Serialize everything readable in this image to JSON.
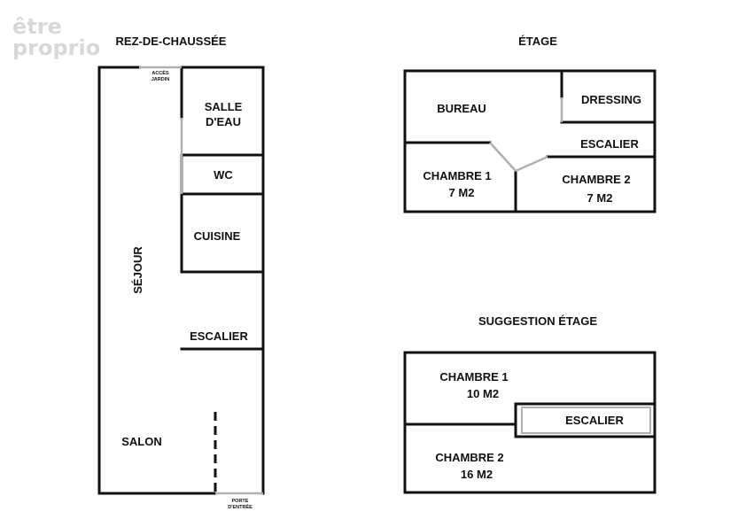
{
  "watermark": {
    "line1": "être",
    "line2": "proprio"
  },
  "ground_floor": {
    "title": "REZ-DE-CHAUSSÉE",
    "garden_access": {
      "line1": "ACCÈS",
      "line2": "JARDIN"
    },
    "entrance": {
      "line1": "PORTE",
      "line2": "D'ENTRÉE"
    },
    "rooms": {
      "salle_deau": {
        "line1": "SALLE",
        "line2": "D'EAU"
      },
      "wc": "WC",
      "cuisine": "CUISINE",
      "sejour": "SÉJOUR",
      "escalier": "ESCALIER",
      "salon": "SALON"
    }
  },
  "first_floor": {
    "title": "ÉTAGE",
    "rooms": {
      "bureau": "BUREAU",
      "dressing": "DRESSING",
      "escalier": "ESCALIER",
      "chambre1": {
        "name": "CHAMBRE 1",
        "area": "7 M2"
      },
      "chambre2": {
        "name": "CHAMBRE 2",
        "area": "7 M2"
      }
    }
  },
  "suggestion": {
    "title": "SUGGESTION ÉTAGE",
    "rooms": {
      "chambre1": {
        "name": "CHAMBRE 1",
        "area": "10 M2"
      },
      "escalier": "ESCALIER",
      "chambre2": {
        "name": "CHAMBRE 2",
        "area": "16 M2"
      }
    }
  },
  "colors": {
    "wall": "#111111",
    "opening": "#b0b0b0",
    "watermark": "#d8d8d8"
  }
}
